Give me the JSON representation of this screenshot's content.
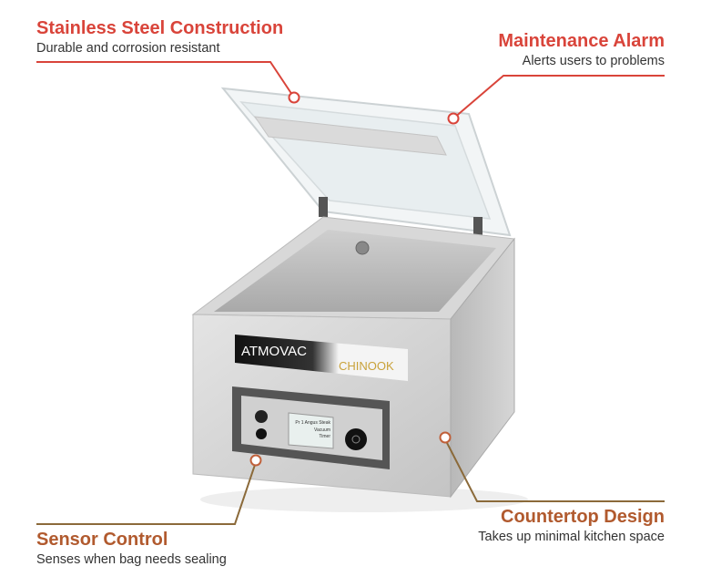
{
  "callouts": [
    {
      "title": "Stainless Steel Construction",
      "subtitle": "Durable and corrosion resistant"
    },
    {
      "title": "Maintenance Alarm",
      "subtitle": "Alerts users to problems"
    },
    {
      "title": "Sensor Control",
      "subtitle": "Senses when bag needs sealing"
    },
    {
      "title": "Countertop Design",
      "subtitle": "Takes up minimal kitchen space"
    }
  ],
  "product": {
    "brand": "ATMOVAC",
    "model": "CHINOOK",
    "display_lines": [
      "Pr 1 Angus Steak",
      "Vacuum",
      "Timer"
    ]
  },
  "colors": {
    "top_callout": "#d9443a",
    "bottom_callout": "#b15a2e",
    "bottom_line": "#8b6a3a"
  }
}
